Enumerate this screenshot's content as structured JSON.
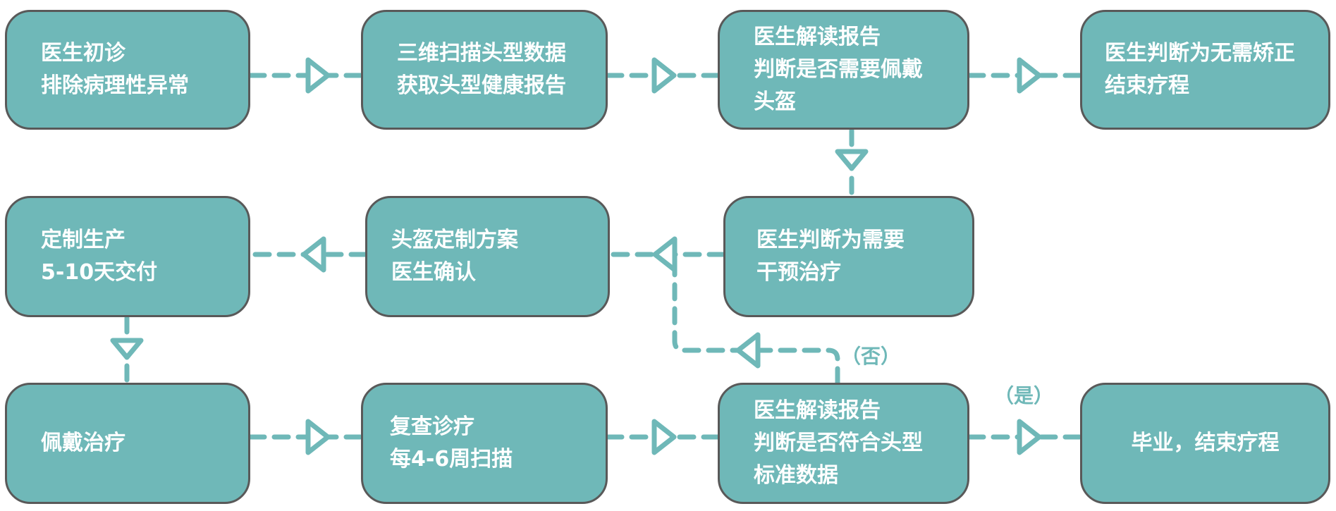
{
  "colors": {
    "node_fill": "#6fb8b8",
    "node_border": "#595959",
    "connector": "#6fb8b8",
    "text": "#ffffff"
  },
  "nodes": {
    "initial_diagnosis": {
      "lines": [
        "医生初诊",
        "排除病理性异常"
      ]
    },
    "scan": {
      "lines": [
        "三维扫描头型数据",
        "获取头型健康报告"
      ]
    },
    "interpret_report": {
      "lines": [
        "医生解读报告",
        "判断是否需要佩戴",
        "头盔"
      ]
    },
    "no_correction": {
      "lines": [
        "医生判断为无需矫正",
        "结束疗程"
      ]
    },
    "needs_intervention": {
      "lines": [
        "医生判断为需要",
        "干预治疗"
      ]
    },
    "helmet_plan": {
      "lines": [
        "头盔定制方案",
        "医生确认"
      ]
    },
    "production": {
      "lines": [
        "定制生产",
        "5-10天交付"
      ]
    },
    "wear_treatment": {
      "lines": [
        "佩戴治疗"
      ]
    },
    "follow_up": {
      "lines": [
        "复查诊疗",
        "每4-6周扫描"
      ]
    },
    "check_standard": {
      "lines": [
        "医生解读报告",
        "判断是否符合头型",
        "标准数据"
      ]
    },
    "graduation": {
      "lines": [
        "毕业，结束疗程"
      ]
    }
  },
  "branch_labels": {
    "no": "（否）",
    "yes": "（是）"
  }
}
